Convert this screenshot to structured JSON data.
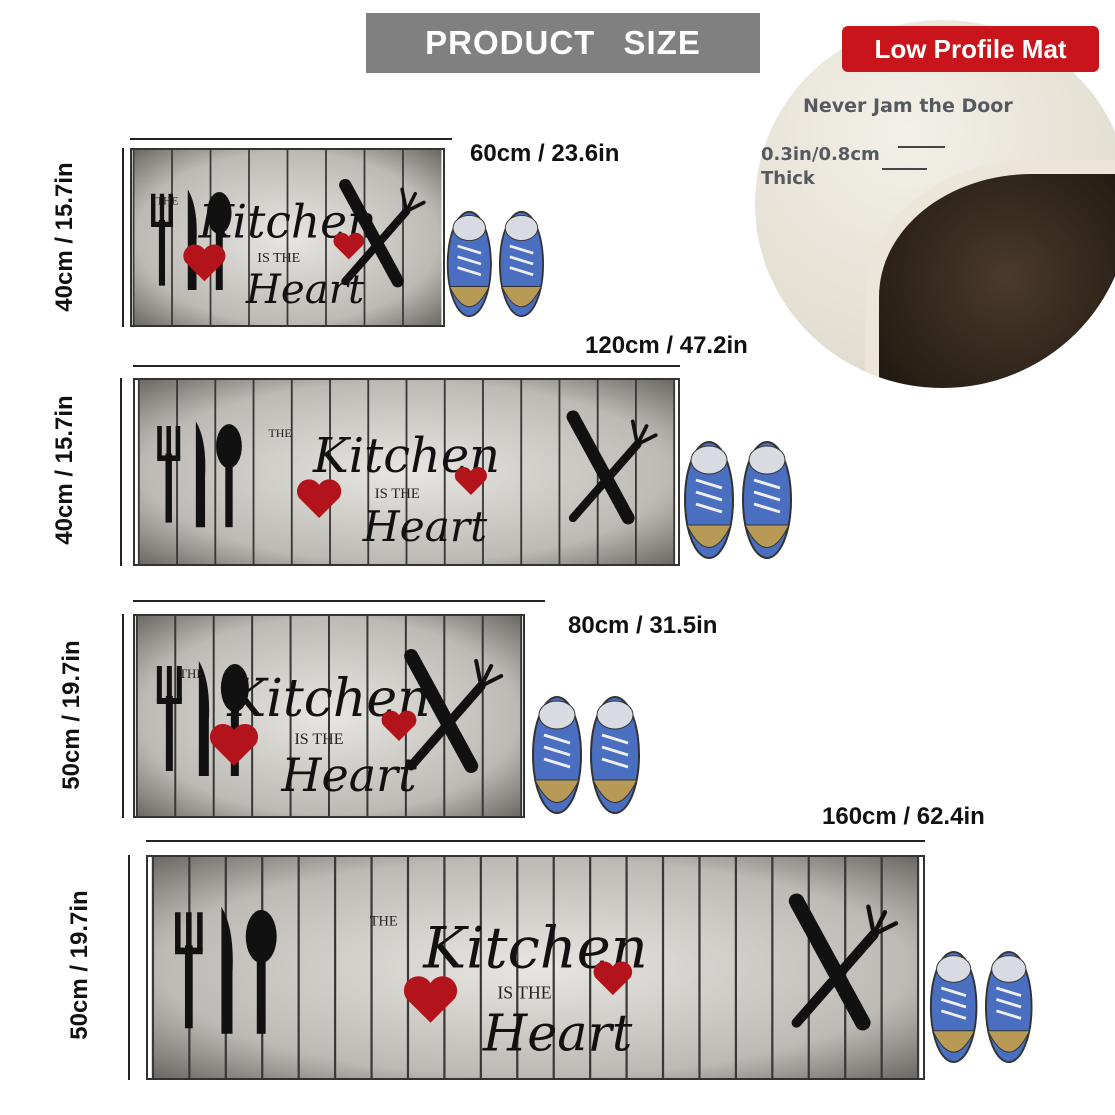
{
  "header": {
    "title": "PRODUCT   SIZE"
  },
  "feature": {
    "badge": "Low Profile Mat",
    "tagline": "Never Jam the Door",
    "thickness": "0.3in/0.8cm",
    "thickness_word": "Thick"
  },
  "mat_text": {
    "line1": "THE",
    "line2": "Kitchen",
    "line3": "IS THE",
    "line4": "Heart"
  },
  "colors": {
    "badge": "#c8141a",
    "title_bg": "#808080",
    "heart": "#b3141c",
    "shoe": "#4a6fc0"
  },
  "sizes": [
    {
      "width": "60cm / 23.6in",
      "height": "40cm / 15.7in"
    },
    {
      "width": "120cm / 47.2in",
      "height": "40cm / 15.7in"
    },
    {
      "width": "80cm / 31.5in",
      "height": "50cm / 19.7in"
    },
    {
      "width": "160cm / 62.4in",
      "height": "50cm / 19.7in"
    }
  ]
}
